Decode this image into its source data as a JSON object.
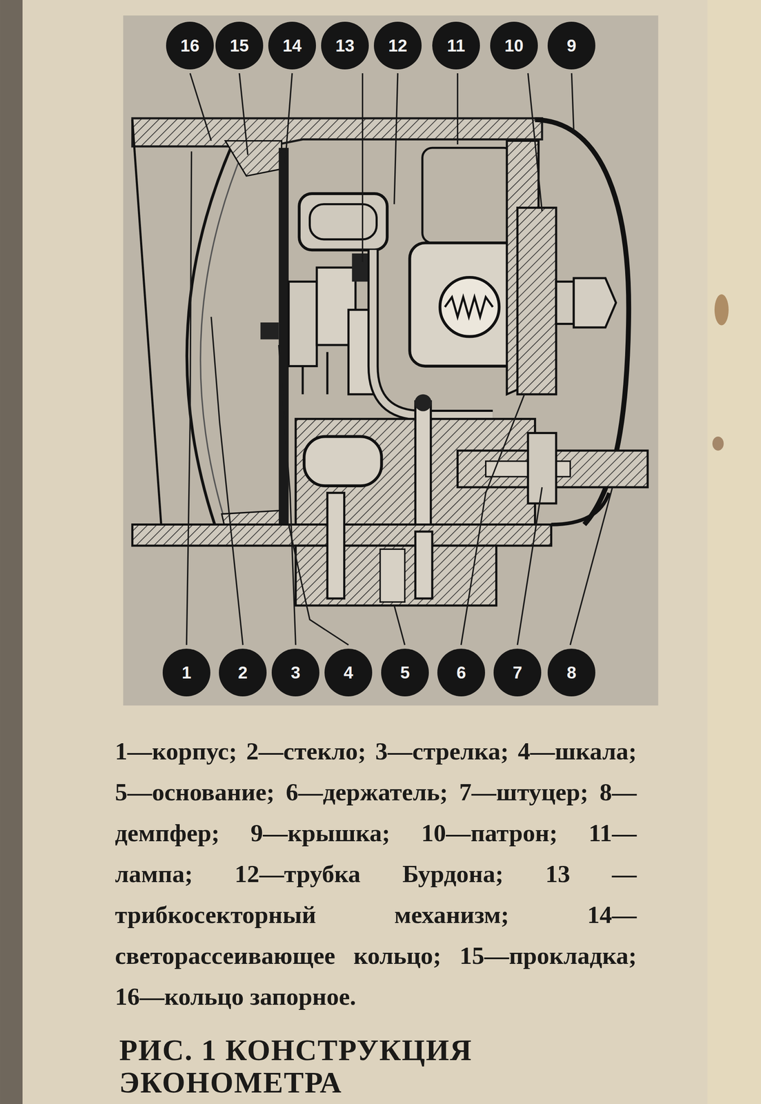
{
  "diagram": {
    "caption": "РИС. 1 КОНСТРУКЦИЯ ЭКОНОМЕТРА",
    "labels": [
      "16",
      "15",
      "14",
      "13",
      "12",
      "11",
      "10",
      "9",
      "1",
      "2",
      "3",
      "4",
      "5",
      "6",
      "7",
      "8",
      "1—корпус; 2—стекло; 3—стрелка; 4—шкала; 5—основание; 6—держатель; 7—штуцер; 8— демпфер; 9—крышка; 10—патрон; 11—лампа; 12—трубка Бурдона; 13 —трибкосекторный механизм; 14—светорассеивающее кольцо; 15—прокладка; 16—кольцо запорное."
    ]
  }
}
